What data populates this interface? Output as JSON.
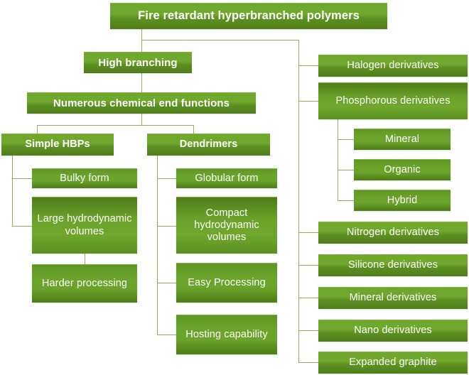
{
  "diagram": {
    "title_node": {
      "label": "Fire retardant hyperbranched polymers"
    },
    "branch_left": {
      "level1": {
        "label": "High branching"
      },
      "level2": {
        "label": "Numerous chemical end functions"
      },
      "columns": [
        {
          "header": {
            "label": "Simple HBPs"
          },
          "items": [
            {
              "label": "Bulky form"
            },
            {
              "label": "Large hydrodynamic volumes"
            },
            {
              "label": "Harder processing"
            }
          ]
        },
        {
          "header": {
            "label": "Dendrimers"
          },
          "items": [
            {
              "label": "Globular form"
            },
            {
              "label": "Compact hydrodynamic volumes"
            },
            {
              "label": "Easy Processing"
            },
            {
              "label": "Hosting capability"
            }
          ]
        }
      ]
    },
    "branch_right": {
      "items": [
        {
          "label": "Halogen derivatives"
        },
        {
          "label": "Phosphorous derivatives",
          "children": [
            {
              "label": "Mineral"
            },
            {
              "label": "Organic"
            },
            {
              "label": "Hybrid"
            }
          ]
        },
        {
          "label": "Nitrogen derivatives"
        },
        {
          "label": "Silicone derivatives"
        },
        {
          "label": "Mineral derivatives"
        },
        {
          "label": "Nano derivatives"
        },
        {
          "label": "Expanded graphite"
        }
      ]
    },
    "colors": {
      "box_light_green": "#6fa82c",
      "box_dark_green": "#4e7d19",
      "connector": "#9aab63",
      "text": "#ffffff",
      "background": "#ffffff"
    }
  }
}
